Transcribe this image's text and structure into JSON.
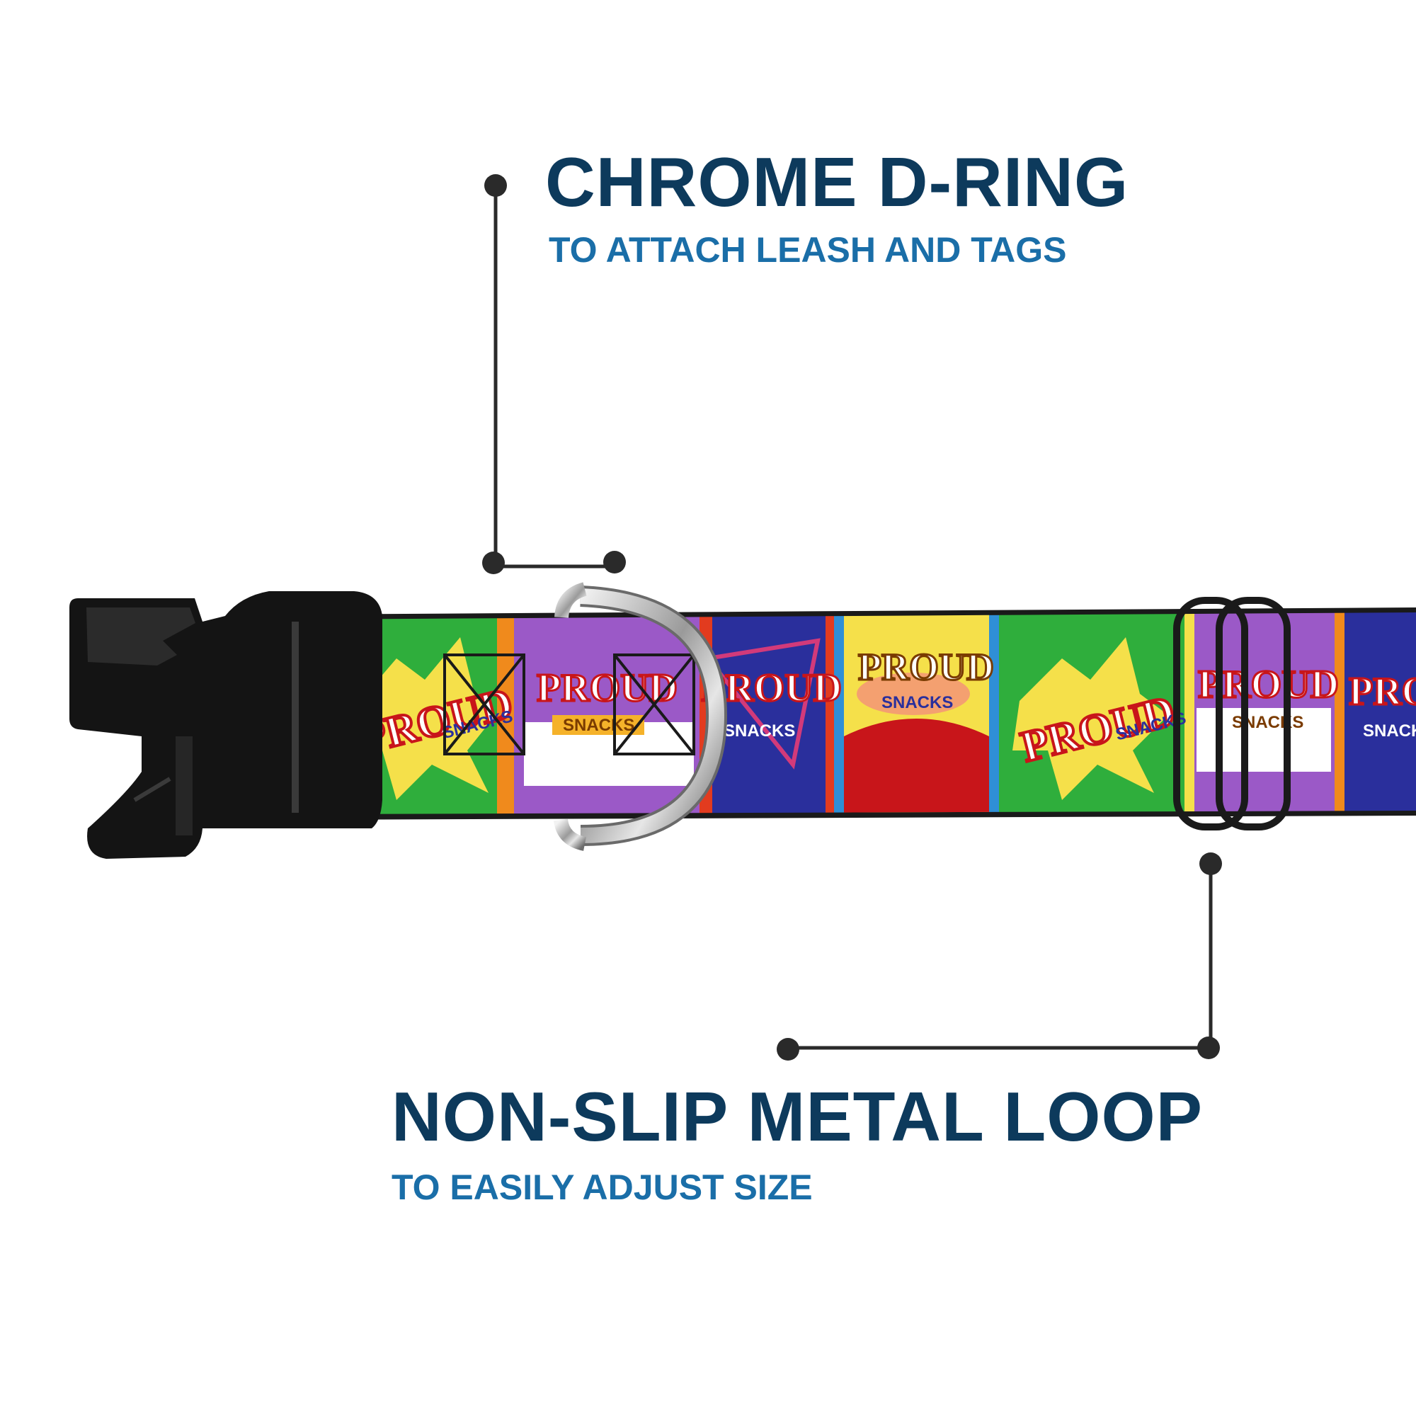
{
  "callouts": {
    "dring": {
      "title": "CHROME D-RING",
      "subtitle": "TO ATTACH LEASH AND TAGS"
    },
    "loop": {
      "title": "NON-SLIP METAL LOOP",
      "subtitle": "TO EASILY ADJUST SIZE"
    }
  },
  "pattern": {
    "brand": "PROUD",
    "tagline": "SNACKS"
  },
  "colors": {
    "title": "#0d3a5c",
    "subtitle": "#1a6ea8",
    "buckle": "#141414",
    "pointer": "#2a2a2a",
    "green": "#2fae3c",
    "purple": "#9b59c7",
    "blue": "#2a2f9c",
    "red": "#cc1c1c",
    "yellow": "#f5e04a"
  },
  "icons": [
    "buckle-icon",
    "d-ring-icon",
    "slide-loop-icon"
  ]
}
